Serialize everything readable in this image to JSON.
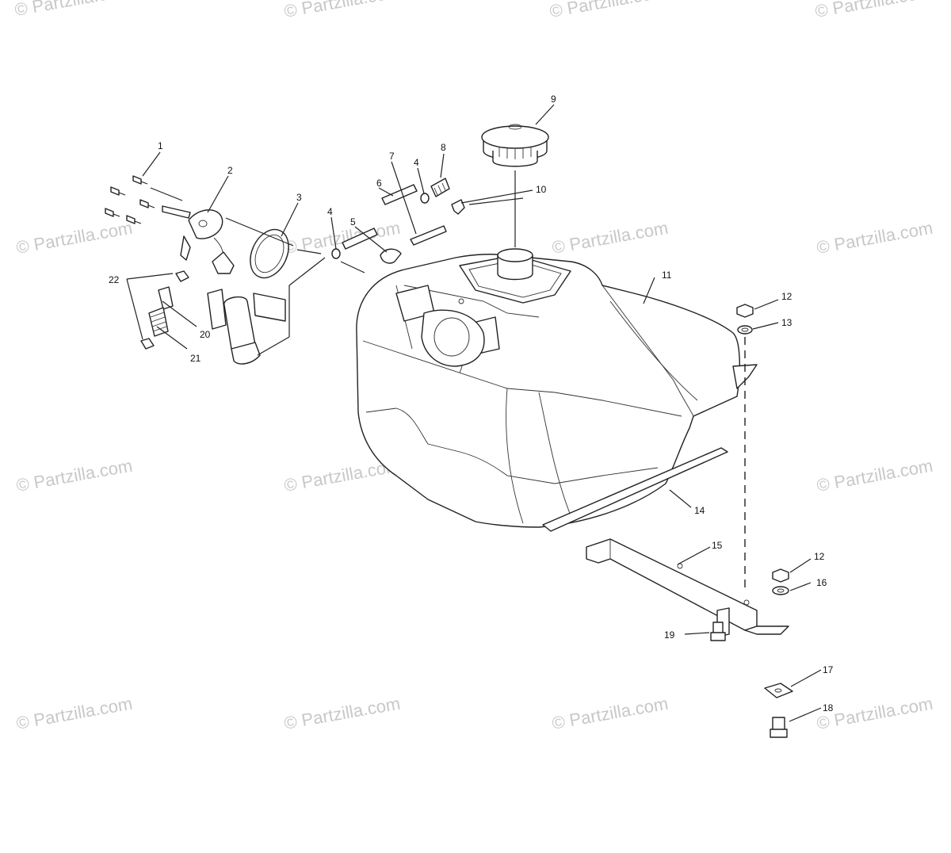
{
  "watermark": "© Partzilla.com",
  "callouts": [
    "1",
    "2",
    "3",
    "4",
    "4",
    "5",
    "6",
    "7",
    "8",
    "9",
    "10",
    "11",
    "12",
    "12",
    "13",
    "14",
    "15",
    "16",
    "17",
    "18",
    "19",
    "20",
    "21",
    "22"
  ]
}
